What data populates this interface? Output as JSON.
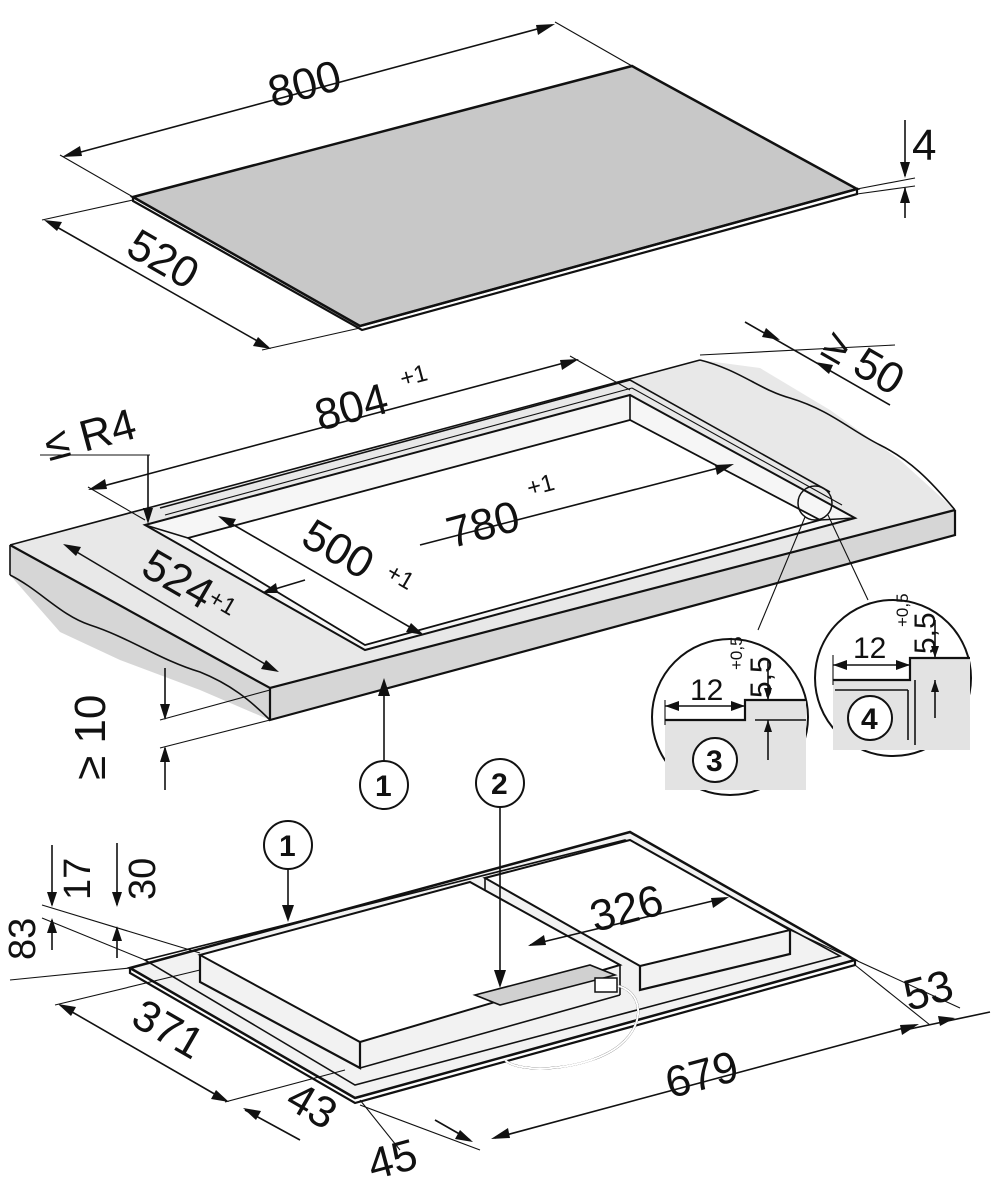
{
  "colors": {
    "line": "#111111",
    "glass_fill": "#c8c8c8",
    "counter_top": "#e8e8e8",
    "counter_front": "#d6d6d6",
    "hob_body": "#f2f2f2"
  },
  "glass_panel": {
    "width": "800",
    "depth": "520",
    "thickness": "4"
  },
  "cutout": {
    "outer_width": "804",
    "outer_width_tol": "+1",
    "outer_depth": "524",
    "outer_depth_tol": "+1",
    "inner_width": "780",
    "inner_width_tol": "+1",
    "inner_depth": "500",
    "inner_depth_tol": "+1",
    "corner_radius": "≤ R4",
    "back_clearance": "≥ 50",
    "worktop_thickness": "≥ 10"
  },
  "detail_3": {
    "label": "3",
    "width": "12",
    "depth": "5,5",
    "depth_tol": "+0,5"
  },
  "detail_4": {
    "label": "4",
    "width": "12",
    "depth": "5,5",
    "depth_tol": "+0,5"
  },
  "hob_unit": {
    "left_offset": "83",
    "height_a": "17",
    "height_b": "30",
    "depth_main": "371",
    "front_a": "43",
    "front_b": "45",
    "width_main": "679",
    "right_offset": "53",
    "module_width": "326"
  },
  "callouts": {
    "c1": "1",
    "c1b": "1",
    "c2": "2"
  },
  "icons": [
    "circle-callout-icon",
    "magnifier-circle-icon",
    "arrow-icon",
    "cable-icon"
  ]
}
